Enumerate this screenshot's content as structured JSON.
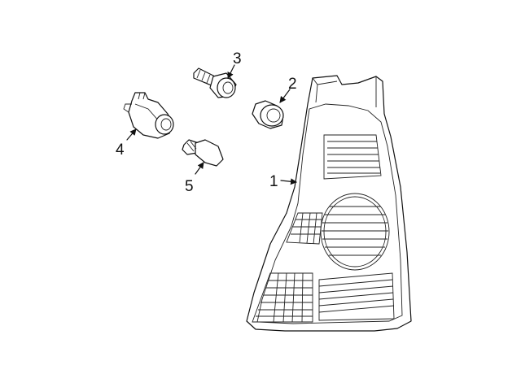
{
  "callouts": {
    "housing": "1",
    "grommet": "2",
    "bolt": "3",
    "socket": "4",
    "bulb": "5"
  },
  "colors": {
    "line": "#111111",
    "background": "#ffffff"
  }
}
